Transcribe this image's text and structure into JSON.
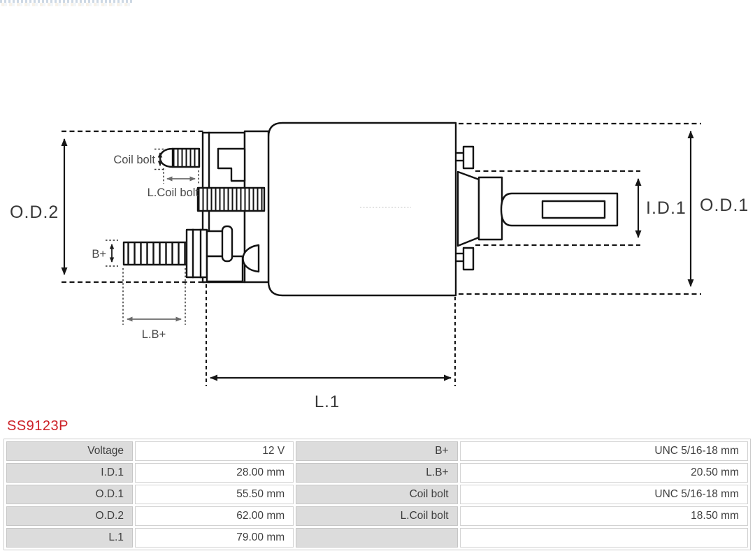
{
  "part_number": "SS9123P",
  "accent_color": "#cc2127",
  "diagram": {
    "labels": {
      "od2": "O.D.2",
      "od1": "O.D.1",
      "id1": "I.D.1",
      "l1": "L.1",
      "coil_bolt": "Coil bolt",
      "l_coil_bolt": "L.Coil bolt",
      "b_plus": "B+",
      "l_b_plus": "L.B+"
    }
  },
  "spec_table": {
    "rows": [
      [
        "Voltage",
        "12 V",
        "B+",
        "UNC 5/16-18 mm"
      ],
      [
        "I.D.1",
        "28.00 mm",
        "L.B+",
        "20.50 mm"
      ],
      [
        "O.D.1",
        "55.50 mm",
        "Coil bolt",
        "UNC 5/16-18 mm"
      ],
      [
        "O.D.2",
        "62.00 mm",
        "L.Coil bolt",
        "18.50 mm"
      ],
      [
        "L.1",
        "79.00 mm",
        "",
        ""
      ]
    ]
  }
}
